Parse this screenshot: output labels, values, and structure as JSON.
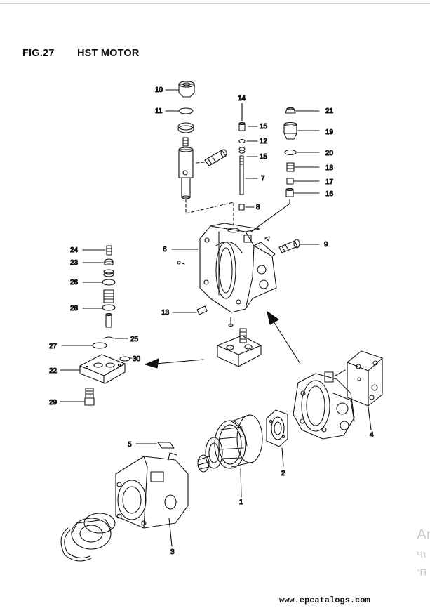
{
  "figure": {
    "number": "FIG.27",
    "title": "HST MOTOR"
  },
  "callouts": {
    "c1": "1",
    "c2": "2",
    "c3": "3",
    "c4": "4",
    "c5": "5",
    "c6": "6",
    "c7": "7",
    "c8": "8",
    "c9": "9",
    "c10": "10",
    "c11": "11",
    "c12": "12",
    "c13": "13",
    "c14": "14",
    "c15a": "15",
    "c15b": "15",
    "c16": "16",
    "c17": "17",
    "c18": "18",
    "c19": "19",
    "c20": "20",
    "c21": "21",
    "c22": "22",
    "c23": "23",
    "c24": "24",
    "c25": "25",
    "c26": "26",
    "c27": "27",
    "c28": "28",
    "c29": "29",
    "c30": "30"
  },
  "footer": {
    "url": "www.epcatalogs.com"
  },
  "ghost_text": {
    "line1": "Ar",
    "line2": "Чт",
    "line3": "\"П"
  }
}
